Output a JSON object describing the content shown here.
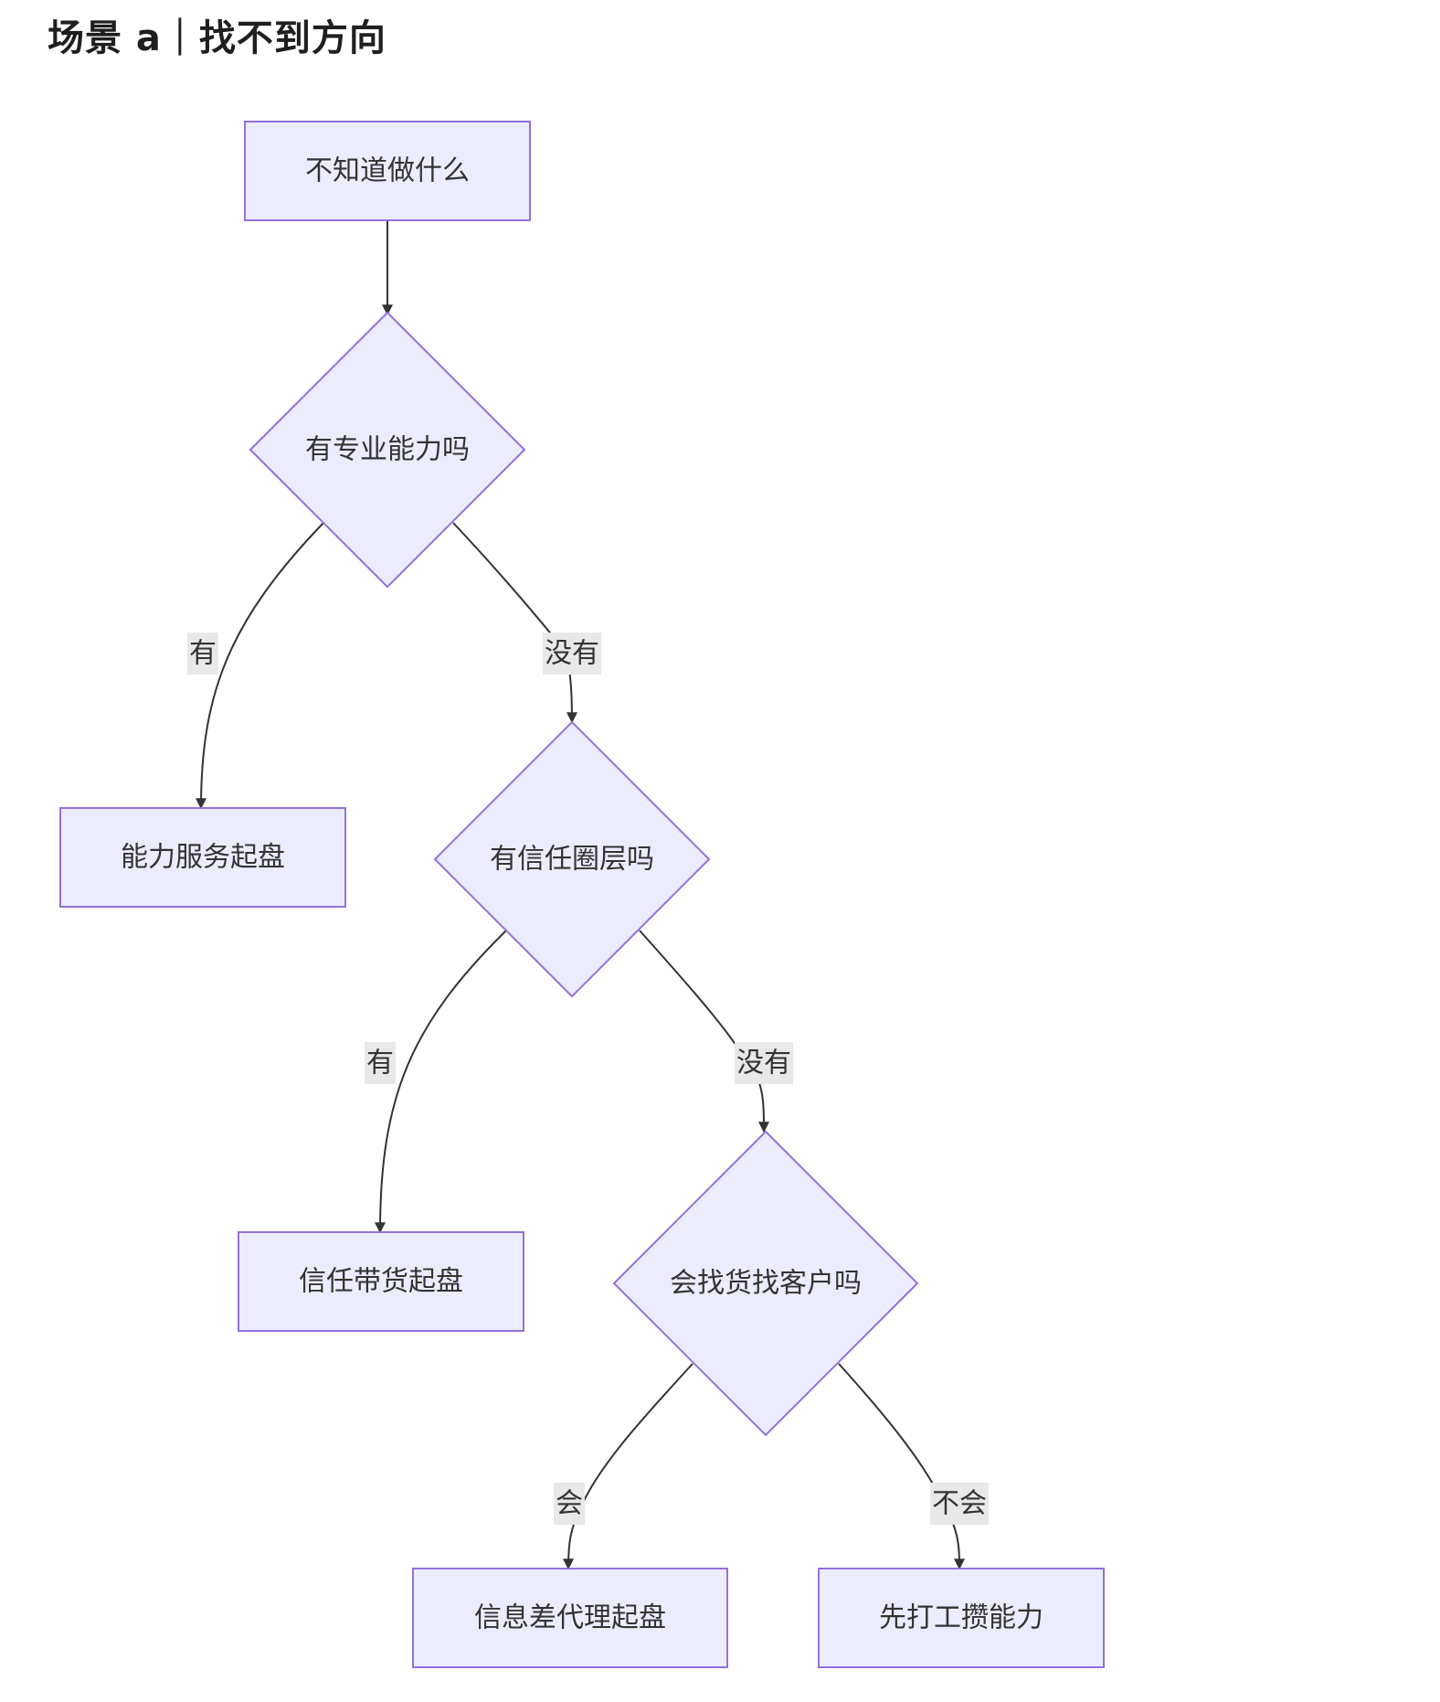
{
  "title": "场景 a｜找不到方向",
  "nodes": {
    "start": "不知道做什么",
    "q_skill": "有专业能力吗",
    "r_skill": "能力服务起盘",
    "q_trust": "有信任圈层吗",
    "r_trust": "信任带货起盘",
    "q_sales": "会找货找客户吗",
    "r_arbitrage": "信息差代理起盘",
    "r_build": "先打工攒能力"
  },
  "edge_labels": {
    "skill_yes": "有",
    "skill_no": "没有",
    "trust_yes": "有",
    "trust_no": "没有",
    "sales_yes": "会",
    "sales_no": "不会"
  },
  "colors": {
    "node_fill": "#ECECFF",
    "node_stroke": "#9370DB",
    "edge": "#333333",
    "label_bg": "#E8E8E8"
  }
}
